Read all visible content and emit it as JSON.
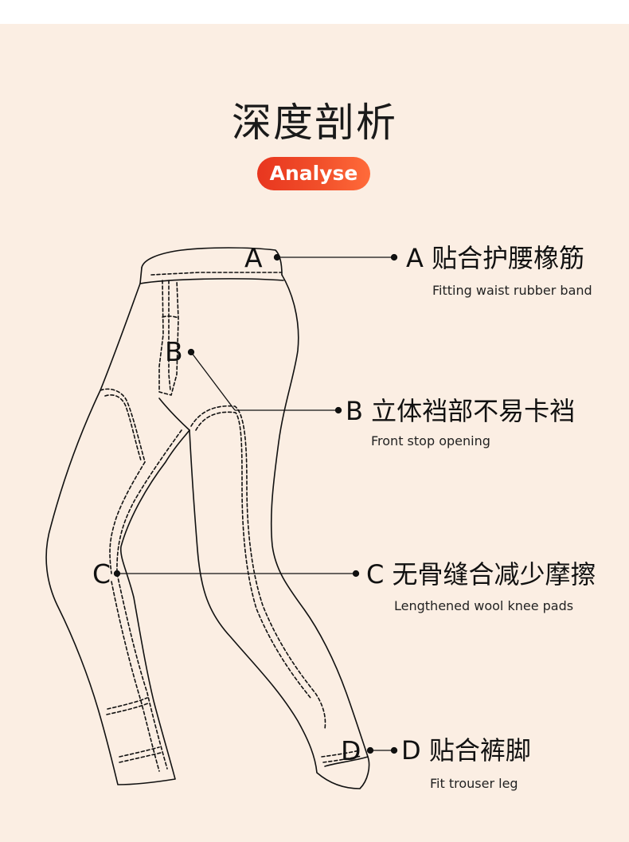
{
  "header": {
    "title": "深度剖析",
    "badge": "Analyse"
  },
  "colors": {
    "background": "#fbeee3",
    "badge_start": "#e8361f",
    "badge_end": "#ff6b3a",
    "line": "#111111"
  },
  "callouts": [
    {
      "letter": "A",
      "title": "A 贴合护腰橡筋",
      "subtitle": "Fitting waist rubber band"
    },
    {
      "letter": "B",
      "title": "B 立体裆部不易卡裆",
      "subtitle": "Front stop opening"
    },
    {
      "letter": "C",
      "title": "C 无骨缝合减少摩擦",
      "subtitle": "Lengthened wool knee pads"
    },
    {
      "letter": "D",
      "title": "D 贴合裤脚",
      "subtitle": "Fit trouser leg"
    }
  ]
}
